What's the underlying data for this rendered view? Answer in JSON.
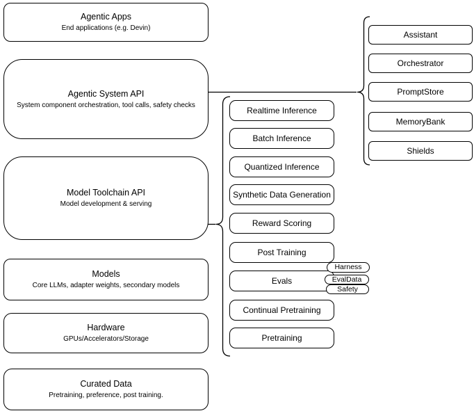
{
  "colors": {
    "stroke": "#000000",
    "background": "#ffffff",
    "text": "#000000"
  },
  "left_column": [
    {
      "title": "Agentic Apps",
      "subtitle": "End applications (e.g. Devin)"
    },
    {
      "title": "Agentic System API",
      "subtitle": "System component orchestration, tool calls, safety checks"
    },
    {
      "title": "Model Toolchain API",
      "subtitle": "Model development & serving"
    },
    {
      "title": "Models",
      "subtitle": "Core LLMs, adapter weights, secondary models"
    },
    {
      "title": "Hardware",
      "subtitle": "GPUs/Accelerators/Storage"
    },
    {
      "title": "Curated Data",
      "subtitle": "Pretraining, preference, post training."
    }
  ],
  "middle_group": {
    "items": [
      "Realtime Inference",
      "Batch Inference",
      "Quantized Inference",
      "Synthetic Data Generation",
      "Reward Scoring",
      "Post Training",
      "Evals",
      "Continual Pretraining",
      "Pretraining"
    ]
  },
  "right_group": {
    "items": [
      "Assistant",
      "Orchestrator",
      "PromptStore",
      "MemoryBank",
      "Shields"
    ]
  },
  "evals_tags": [
    "Harness",
    "EvalData",
    "Safety"
  ]
}
